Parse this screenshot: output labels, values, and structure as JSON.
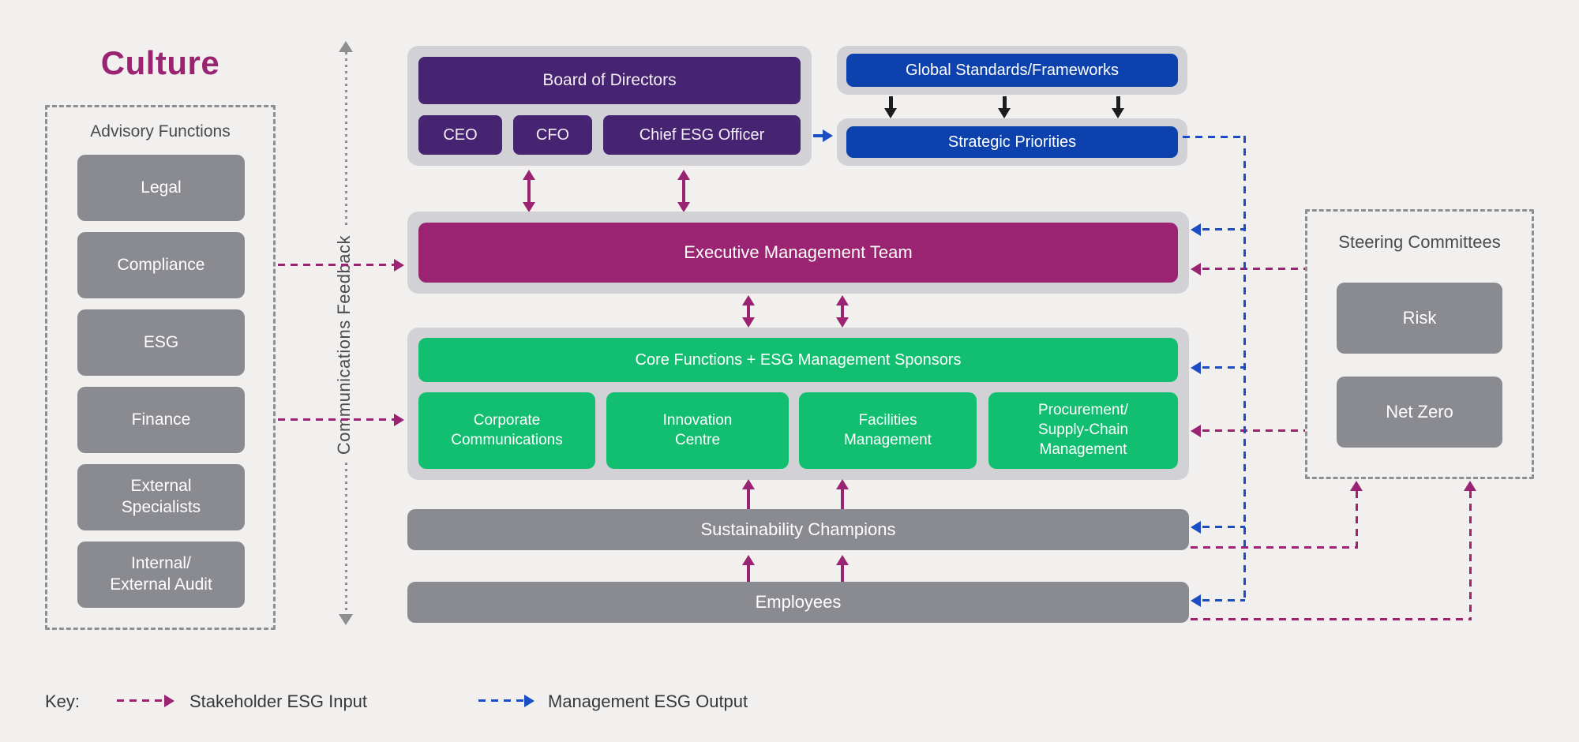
{
  "culture_title": "Culture",
  "advisory": {
    "label": "Advisory Functions",
    "items": [
      "Legal",
      "Compliance",
      "ESG",
      "Finance",
      "External\nSpecialists",
      "Internal/\nExternal Audit"
    ]
  },
  "feedback": {
    "label": "Communications Feedback"
  },
  "leadership": {
    "board": "Board of Directors",
    "ceo": "CEO",
    "cfo": "CFO",
    "chief_esg": "Chief ESG Officer"
  },
  "standards": {
    "global": "Global Standards/Frameworks",
    "strategic": "Strategic Priorities"
  },
  "emt": {
    "label": "Executive Management Team"
  },
  "core": {
    "header": "Core Functions + ESG Management Sponsors",
    "items": [
      "Corporate\nCommunications",
      "Innovation\nCentre",
      "Facilities\nManagement",
      "Procurement/\nSupply-Chain\nManagement"
    ]
  },
  "champions": {
    "label": "Sustainability Champions"
  },
  "employees": {
    "label": "Employees"
  },
  "steering": {
    "label": "Steering Committees",
    "items": [
      "Risk",
      "Net Zero"
    ]
  },
  "key": {
    "label": "Key:",
    "stakeholder": "Stakeholder ESG Input",
    "management": "Management ESG Output"
  },
  "colors": {
    "magenta": "#9a2471",
    "purple": "#462472",
    "blue_box": "#0c41ae",
    "blue_arrow": "#1b4ec5",
    "green": "#12bf70",
    "gray_box": "#8a8a91",
    "container_gray": "#d2d2d6",
    "background": "#f1f0ee"
  }
}
